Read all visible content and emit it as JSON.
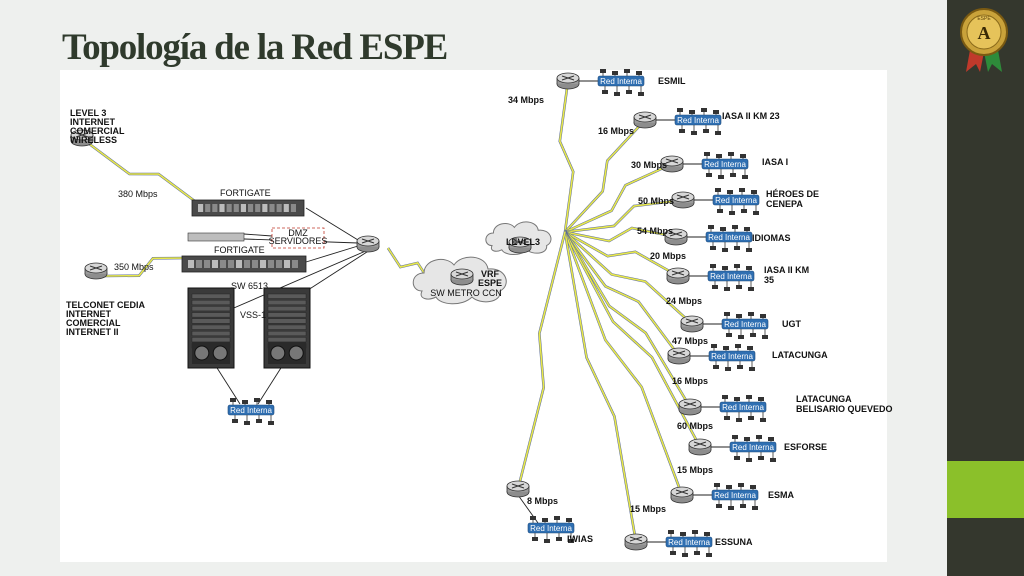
{
  "slide": {
    "title": "Topología de la Red ESPE",
    "badge_letters": "A",
    "badge_top_text": "ESPE",
    "colors": {
      "sidebar": "#34372d",
      "accent": "#8bc02a",
      "title": "#2f3a2c",
      "link": "#e8e84a",
      "lan": "#2f6fb2"
    }
  },
  "diagram": {
    "core": {
      "isp1": "LEVEL 3\nINTERNET\nCOMERCIAL\nWIRELESS",
      "isp1_bw": "380 Mbps",
      "isp2": "TELCONET CEDIA\nINTERNET\nCOMERCIAL\nINTERNET II",
      "isp2_bw": "350 Mbps",
      "firewall1": "FORTIGATE",
      "firewall2": "FORTIGATE",
      "dmz": "DMZ\nSERVIDORES",
      "switch": "SW 6513",
      "vss": "VSS-1",
      "lan_label": "Red Interna"
    },
    "clouds": {
      "vrf": "VRF\nESPE",
      "metro": "SW METRO CCN",
      "level3": "LEVEL3"
    },
    "sites": [
      {
        "name": "ESMIL",
        "bw": "34 Mbps"
      },
      {
        "name": "IASA II KM 23",
        "bw": "16 Mbps"
      },
      {
        "name": "IASA I",
        "bw": "30 Mbps"
      },
      {
        "name": "HÉROES DE\nCENEPA",
        "bw": "50 Mbps"
      },
      {
        "name": "IDIOMAS",
        "bw": "54 Mbps"
      },
      {
        "name": "IASA II KM\n35",
        "bw": "20 Mbps"
      },
      {
        "name": "UGT",
        "bw": "24 Mbps"
      },
      {
        "name": "LATACUNGA",
        "bw": "47 Mbps"
      },
      {
        "name": "LATACUNGA\nBELISARIO QUEVEDO",
        "bw": "16 Mbps"
      },
      {
        "name": "ESFORSE",
        "bw": "60 Mbps"
      },
      {
        "name": "ESMA",
        "bw": "15 Mbps"
      },
      {
        "name": "ESSUNA",
        "bw": "15 Mbps"
      },
      {
        "name": "IWIAS",
        "bw": "8 Mbps"
      }
    ]
  }
}
